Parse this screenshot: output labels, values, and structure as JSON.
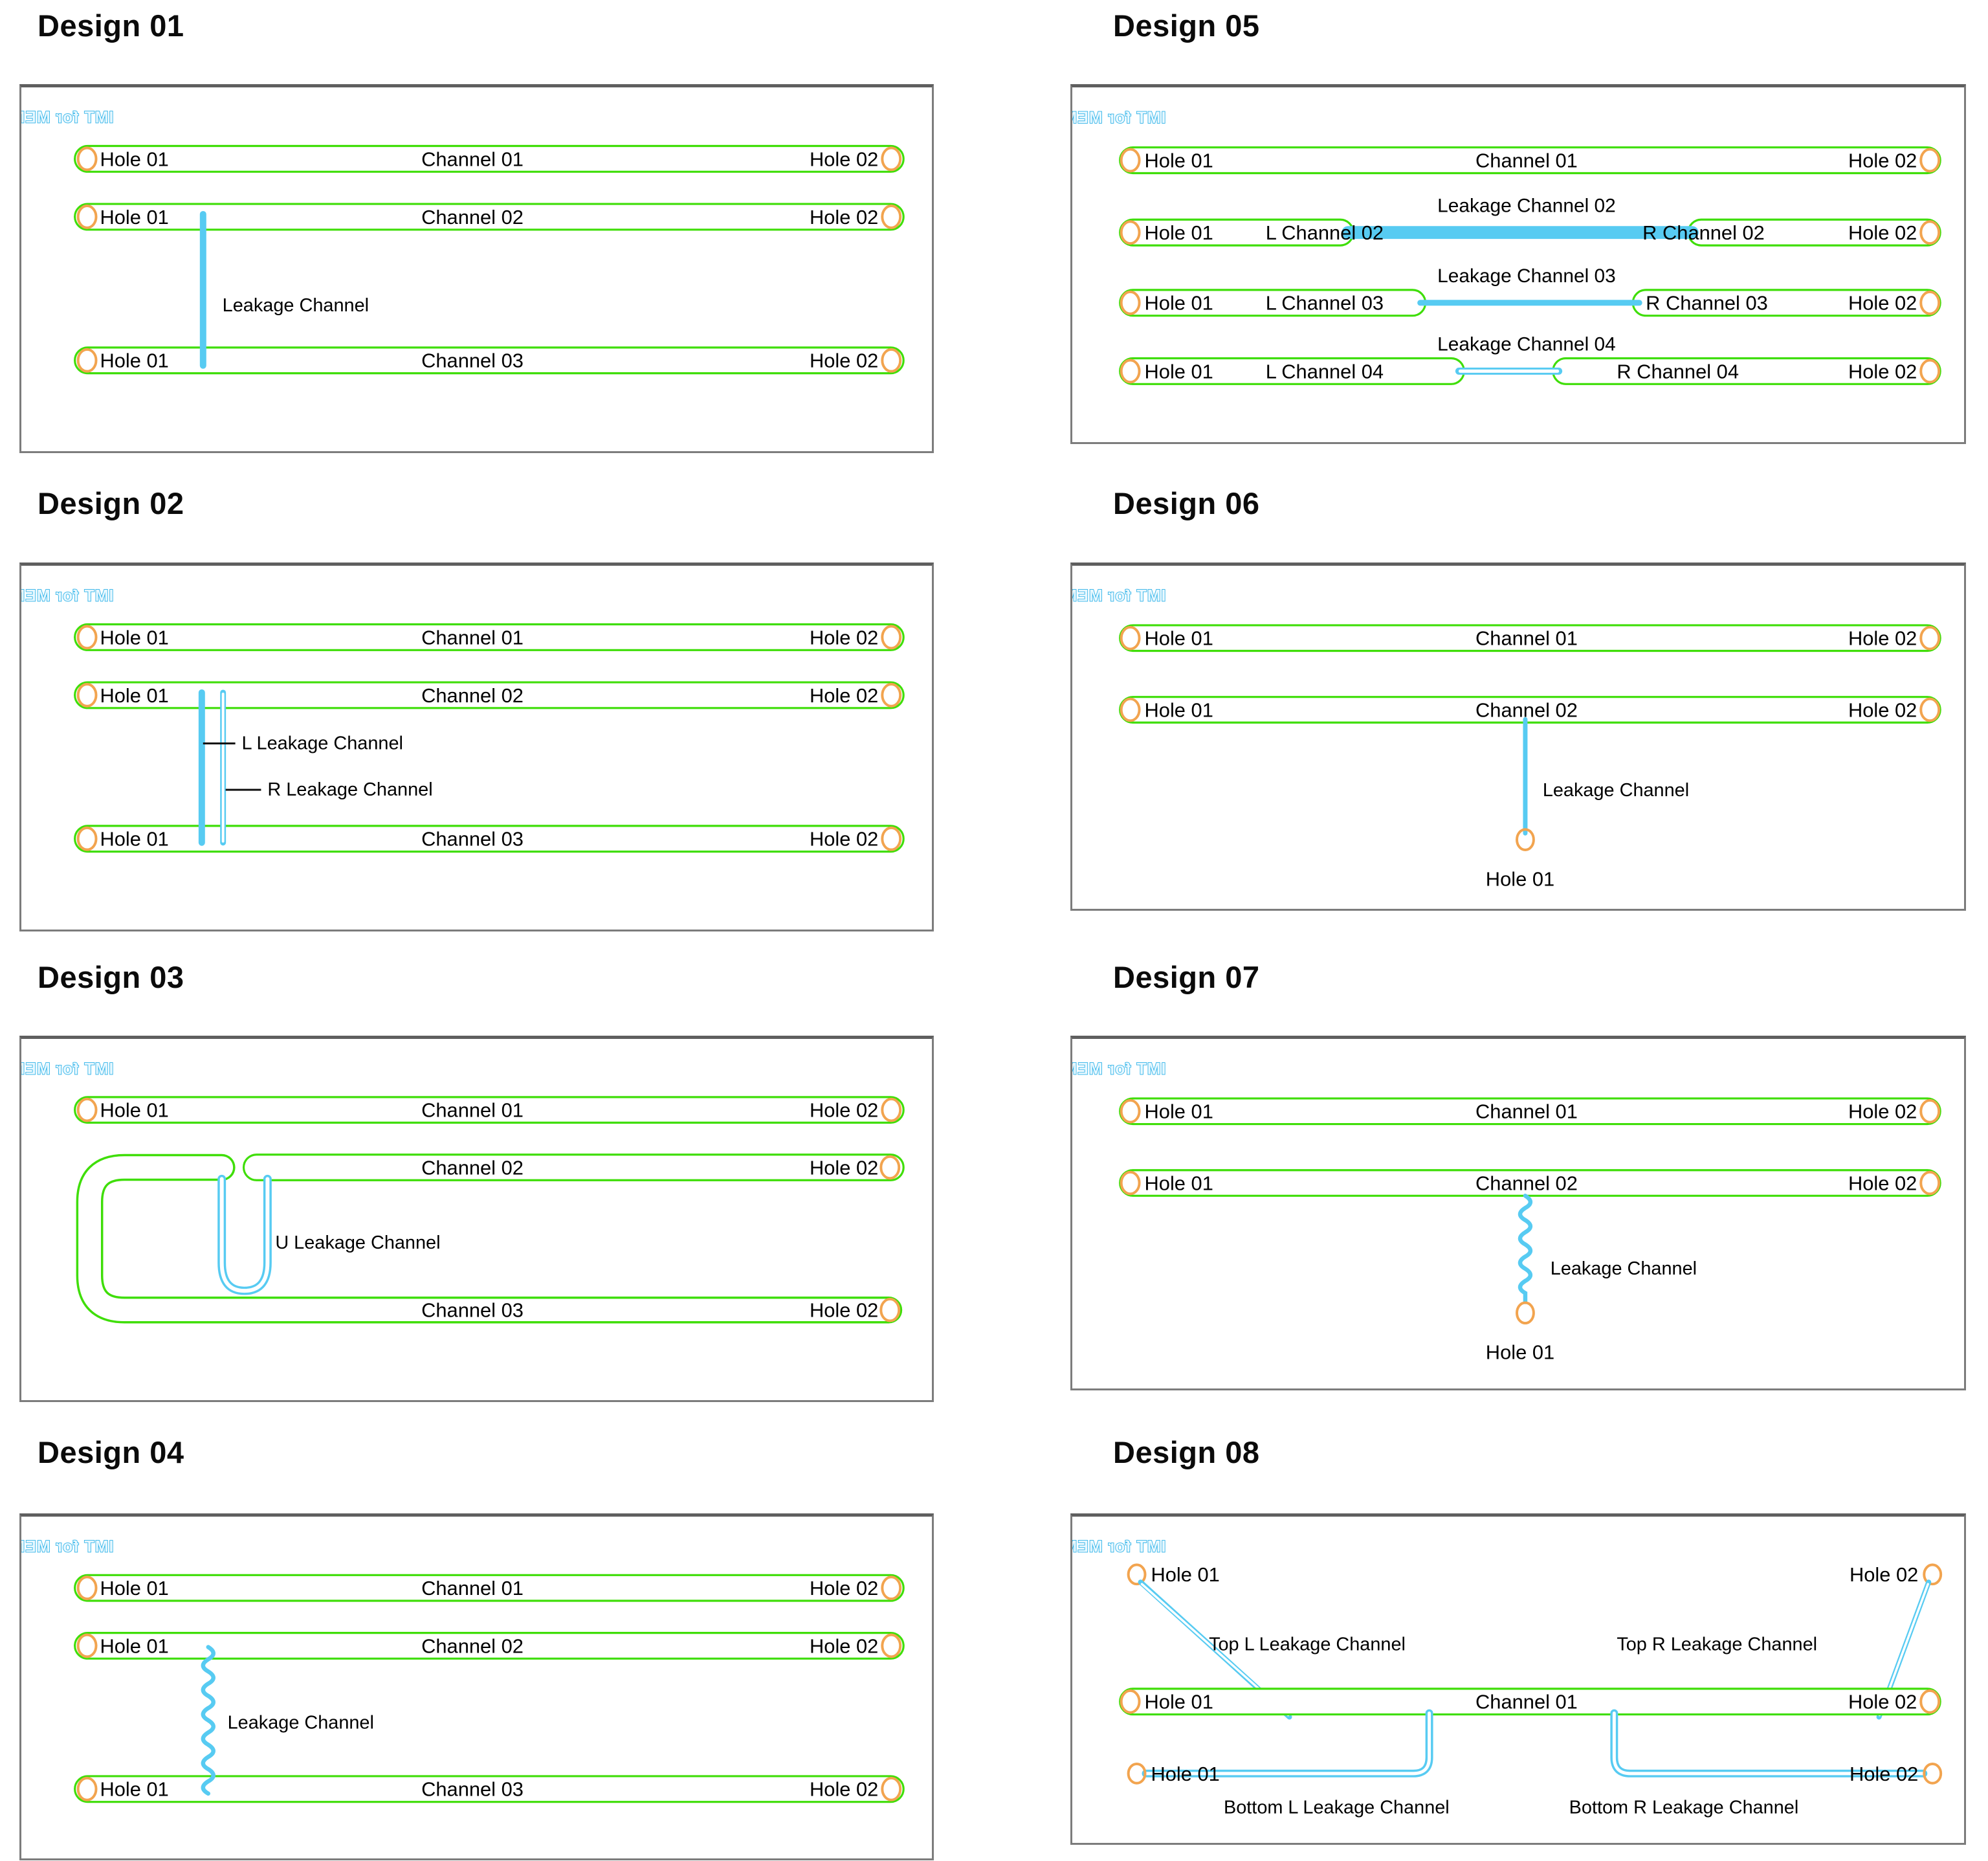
{
  "logo_text": "IMT for MEMS",
  "colors": {
    "channel_green": "#3fde08",
    "hole_orange": "#f2a44f",
    "leakage_cyan": "#57cbf2",
    "logo_blue": "#2cb2e8",
    "panel_border_gray": "#7c7c7c",
    "title_black": "#0b0b0b"
  },
  "labels": {
    "hole01": "Hole 01",
    "hole02": "Hole 02"
  },
  "designs": {
    "d1": {
      "title": "Design 01",
      "ch1": "Channel 01",
      "ch2": "Channel 02",
      "ch3": "Channel 03",
      "leakage": "Leakage Channel"
    },
    "d2": {
      "title": "Design 02",
      "ch1": "Channel 01",
      "ch2": "Channel 02",
      "ch3": "Channel 03",
      "l_leakage": "L Leakage Channel",
      "r_leakage": "R Leakage Channel"
    },
    "d3": {
      "title": "Design 03",
      "ch1": "Channel 01",
      "ch2": "Channel 02",
      "ch3": "Channel 03",
      "u_leakage": "U Leakage Channel"
    },
    "d4": {
      "title": "Design 04",
      "ch1": "Channel 01",
      "ch2": "Channel 02",
      "ch3": "Channel 03",
      "leakage": "Leakage Channel"
    },
    "d5": {
      "title": "Design 05",
      "ch1": "Channel 01",
      "rows": [
        {
          "left": "L Channel 02",
          "right": "R Channel 02",
          "leak": "Leakage Channel 02"
        },
        {
          "left": "L Channel 03",
          "right": "R Channel 03",
          "leak": "Leakage Channel 03"
        },
        {
          "left": "L Channel 04",
          "right": "R Channel 04",
          "leak": "Leakage Channel 04"
        }
      ]
    },
    "d6": {
      "title": "Design 06",
      "ch1": "Channel 01",
      "ch2": "Channel 02",
      "leakage": "Leakage Channel",
      "bottom_hole": "Hole 01"
    },
    "d7": {
      "title": "Design 07",
      "ch1": "Channel 01",
      "ch2": "Channel 02",
      "leakage": "Leakage Channel",
      "bottom_hole": "Hole 01"
    },
    "d8": {
      "title": "Design 08",
      "ch1": "Channel 01",
      "top_l": "Top L Leakage Channel",
      "top_r": "Top R Leakage Channel",
      "bottom_l": "Bottom L Leakage Channel",
      "bottom_r": "Bottom R Leakage Channel"
    }
  }
}
